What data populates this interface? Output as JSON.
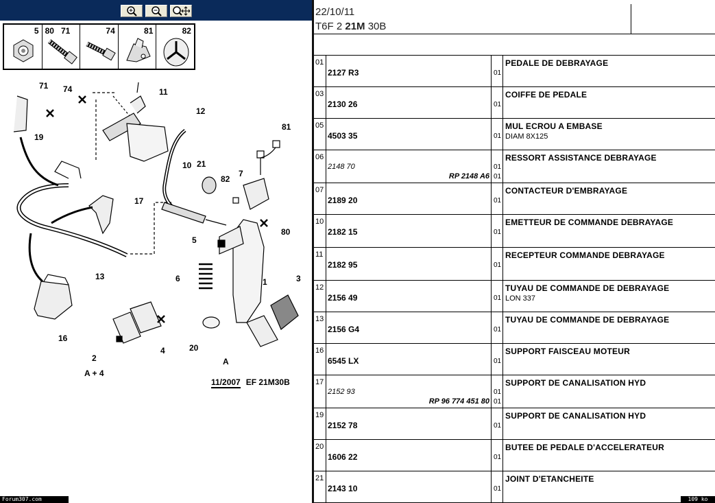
{
  "toolbar": {
    "zoom_in_icon": "zoom-in-icon",
    "zoom_out_icon": "zoom-out-icon",
    "zoom_fit_icon": "zoom-fit-icon"
  },
  "legend": [
    {
      "num": "5"
    },
    {
      "num": "80   71"
    },
    {
      "num": "74"
    },
    {
      "num": "81"
    },
    {
      "num": "82"
    }
  ],
  "diagram": {
    "labels": [
      "71",
      "74",
      "11",
      "19",
      "12",
      "81",
      "10",
      "21",
      "82",
      "7",
      "17",
      "80",
      "5",
      "13",
      "6",
      "1",
      "3",
      "16",
      "4",
      "20",
      "A",
      "2",
      "A + 4"
    ],
    "stamp_date": "11/2007",
    "stamp_ref": "EF 21M30B"
  },
  "header": {
    "date": "22/10/11",
    "code_pre": "T6F 2 ",
    "code_bold": "21M",
    "code_post": " 30B"
  },
  "rows": [
    {
      "idx": "01",
      "ref": "2127 R3",
      "qty": "01",
      "desc": "PEDALE DE DEBRAYAGE",
      "desc2": ""
    },
    {
      "idx": "03",
      "ref": "2130 26",
      "qty": "01",
      "desc": "COIFFE DE PEDALE",
      "desc2": ""
    },
    {
      "idx": "05",
      "ref": "4503 35",
      "qty": "01",
      "desc": "MUL ECROU A EMBASE",
      "desc2": "DIAM 8X125"
    },
    {
      "idx": "06",
      "ref_alt": "2148 70",
      "rp": "RP 2148 A6",
      "qty_alt": "01",
      "qty": "01",
      "desc": "RESSORT ASSISTANCE DEBRAYAGE",
      "desc2": ""
    },
    {
      "idx": "07",
      "ref": "2189 20",
      "qty": "01",
      "desc": "CONTACTEUR D'EMBRAYAGE",
      "desc2": ""
    },
    {
      "idx": "10",
      "ref": "2182 15",
      "qty": "01",
      "desc": "EMETTEUR DE COMMANDE DEBRAYAGE",
      "desc2": ""
    },
    {
      "idx": "11",
      "ref": "2182 95",
      "qty": "01",
      "desc": "RECEPTEUR COMMANDE DEBRAYAGE",
      "desc2": ""
    },
    {
      "idx": "12",
      "ref": "2156 49",
      "qty": "01",
      "desc": "TUYAU DE COMMANDE DE DEBRAYAGE",
      "desc2": "LON 337"
    },
    {
      "idx": "13",
      "ref": "2156 G4",
      "qty": "01",
      "desc": "TUYAU DE COMMANDE DE DEBRAYAGE",
      "desc2": ""
    },
    {
      "idx": "16",
      "ref": "6545 LX",
      "qty": "01",
      "desc": "SUPPORT FAISCEAU MOTEUR",
      "desc2": ""
    },
    {
      "idx": "17",
      "ref_alt": "2152 93",
      "rp": "RP 96 774 451 80",
      "qty_alt": "01",
      "qty": "01",
      "desc": "SUPPORT DE CANALISATION HYD",
      "desc2": ""
    },
    {
      "idx": "19",
      "ref": "2152 78",
      "qty": "01",
      "desc": "SUPPORT DE CANALISATION HYD",
      "desc2": ""
    },
    {
      "idx": "20",
      "ref": "1606 22",
      "qty": "01",
      "desc": "BUTEE DE PEDALE D'ACCELERATEUR",
      "desc2": ""
    },
    {
      "idx": "21",
      "ref": "2143 10",
      "qty": "01",
      "desc": "JOINT D'ETANCHEITE",
      "desc2": ""
    }
  ],
  "footer": {
    "site": "Forum307.com",
    "size": "109 ko"
  }
}
